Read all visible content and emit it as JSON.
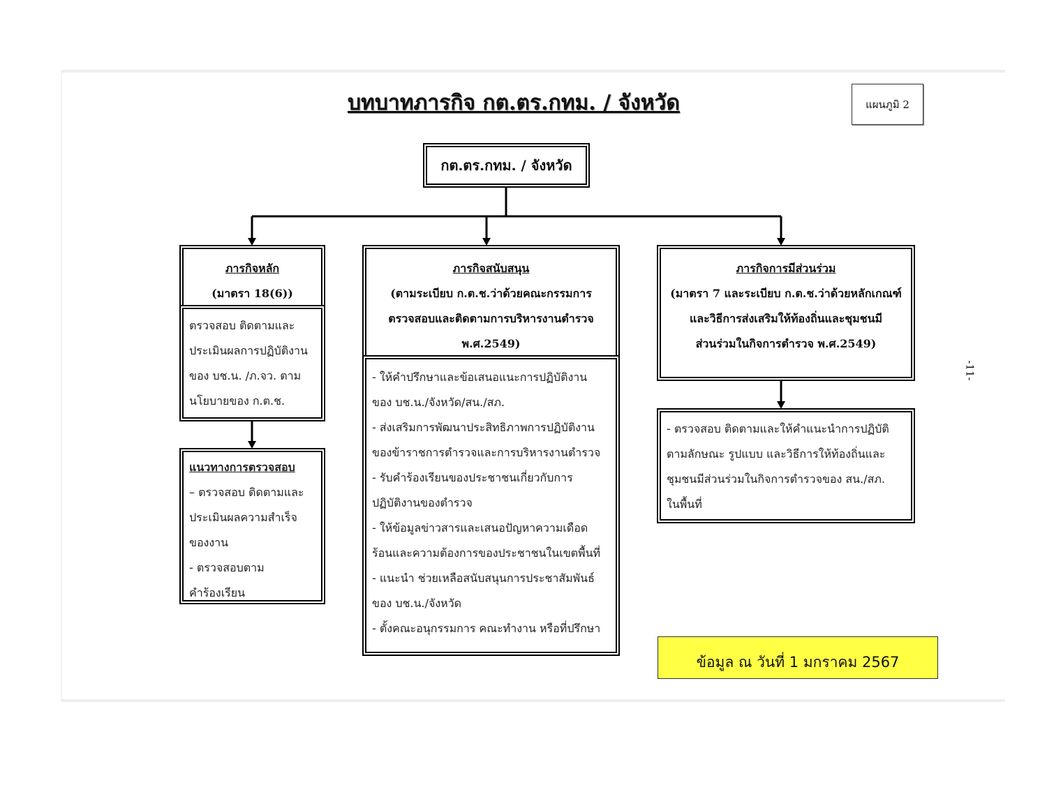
{
  "title": "บทบาทภารกิจ กต.ตร.กทม. / จังหวัด",
  "reference_label": "แผนภูมิ 2",
  "page_number": "-11-",
  "root_box": "กต.ตร.กทม. / จังหวัด",
  "main_mission": {
    "heading": "ภารกิจหลัก",
    "subheading": "(มาตรา 18(6))",
    "lines": [
      "ตรวจสอบ ติดตามและ",
      "ประเมินผลการปฏิบัติงาน",
      "ของ บช.น. /ภ.จว. ตาม",
      "นโยบายของ ก.ต.ช."
    ]
  },
  "inspection_guideline": {
    "heading": "แนวทางการตรวจสอบ",
    "lines": [
      "– ตรวจสอบ ติดตามและ",
      "ประเมินผลความสำเร็จ",
      "ของงาน",
      "- ตรวจสอบตาม",
      "คำร้องเรียน"
    ]
  },
  "support_mission": {
    "heading": "ภารกิจสนับสนุน",
    "sub_lines": [
      "(ตามระเบียบ ก.ต.ช.ว่าด้วยคณะกรรมการ",
      "ตรวจสอบและติดตามการบริหารงานตำรวจ",
      "พ.ศ.2549)"
    ],
    "lines": [
      "- ให้คำปรึกษาและข้อเสนอแนะการปฏิบัติงาน",
      "ของ บช.น./จังหวัด/สน./สภ.",
      "- ส่งเสริมการพัฒนาประสิทธิภาพการปฏิบัติงาน",
      "ของข้าราชการตำรวจและการบริหารงานตำรวจ",
      "- รับคำร้องเรียนของประชาชนเกี่ยวกับการ",
      "ปฏิบัติงานของตำรวจ",
      "- ให้ข้อมูลข่าวสารและเสนอปัญหาความเดือด",
      "ร้อนและความต้องการของประชาชนในเขตพื้นที่",
      "- แนะนำ ช่วยเหลือสนับสนุนการประชาสัมพันธ์",
      "ของ บช.น./จังหวัด",
      "- ตั้งคณะอนุกรรมการ คณะทำงาน หรือที่ปรึกษา"
    ]
  },
  "participation_mission": {
    "heading": "ภารกิจการมีส่วนร่วม",
    "sub_lines": [
      "(มาตรา 7 และระเบียบ ก.ต.ช.ว่าด้วยหลักเกณฑ์",
      "และวิธีการส่งเสริมให้ท้องถิ่นและชุมชนมี",
      "ส่วนร่วมในกิจการตำรวจ พ.ศ.2549)"
    ],
    "lines": [
      "- ตรวจสอบ ติดตามและให้คำแนะนำการปฏิบัติ",
      "ตามลักษณะ รูปแบบ และวิธีการให้ท้องถิ่นและ",
      "ชุมชนมีส่วนร่วมในกิจการตำรวจของ สน./สภ.",
      "ในพื้นที่"
    ]
  },
  "data_date_note": "ข้อมูล ณ วันที่ 1 มกราคม 2567",
  "colors": {
    "note_background": "#ffff44",
    "line": "#000000"
  }
}
